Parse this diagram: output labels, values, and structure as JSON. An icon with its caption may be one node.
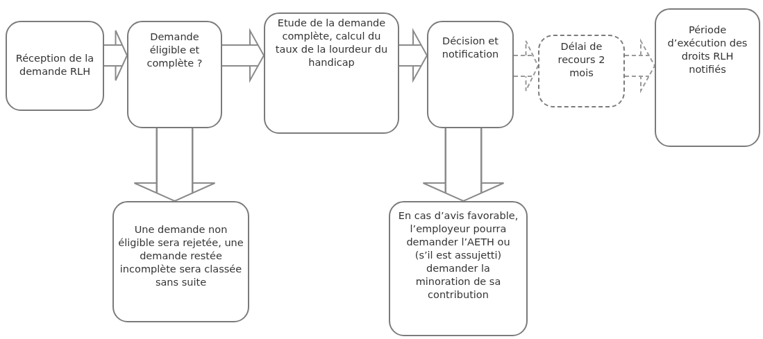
{
  "diagram": {
    "nodes": [
      {
        "text": [
          "Réception de la demande RLH"
        ]
      },
      {
        "text": [
          "Demande éligible et complète ?"
        ]
      },
      {
        "text": [
          "Etude de la demande complète, calcul du taux de la lourdeur du handicap"
        ]
      },
      {
        "text": [
          "Décision et notification"
        ]
      },
      {
        "text": [
          "Délai de recours 2 mois"
        ]
      },
      {
        "text": [
          "Période d’exécution des droits RLH notifiés"
        ]
      },
      {
        "text": [
          "Une demande non éligible sera rejetée, une demande restée incomplète sera classée sans suite"
        ]
      },
      {
        "text": [
          "En cas d’avis favorable, l’employeur pourra demander l’AETH ou (s’il est assujetti) demander la minoration de sa contribution"
        ]
      }
    ],
    "edges": [
      {
        "from": 0,
        "to": 1,
        "arrow": "to"
      },
      {
        "from": 1,
        "to": 2,
        "arrow": "to"
      },
      {
        "from": 2,
        "to": 3,
        "arrow": "to"
      },
      {
        "from": 3,
        "to": 4,
        "arrow": "to",
        "style": "dashed"
      },
      {
        "from": 4,
        "to": 5,
        "arrow": "to",
        "style": "dashed"
      },
      {
        "from": 1,
        "to": 6,
        "arrow": "to"
      },
      {
        "from": 3,
        "to": 7,
        "arrow": "to"
      }
    ]
  }
}
